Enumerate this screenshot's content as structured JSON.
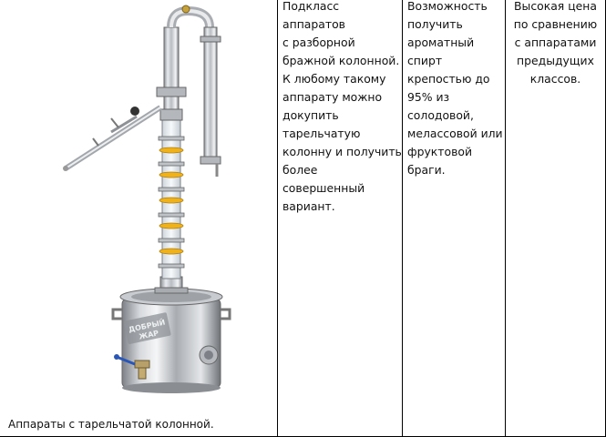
{
  "columns": [
    {
      "caption": "Аппараты с тарельчатой колонной.",
      "illustration": "distillation-apparatus-with-plate-column",
      "brand_text": "ДОБРЫЙ ЖАР"
    },
    {
      "lines": [
        "Подкласс аппаратов",
        "с разборной",
        "бражной колонной.",
        "К любому такому",
        "аппарату можно",
        "докупить",
        "тарельчатую",
        "колонну и получить",
        "более совершенный",
        "вариант."
      ]
    },
    {
      "lines": [
        "Возможность",
        "получить",
        "ароматный",
        "спирт",
        "крепостью до",
        "95% из",
        "солодовой,",
        "мелассовой или",
        "фруктовой",
        "браги."
      ]
    },
    {
      "lines": [
        "Высокая цена",
        "по сравнению",
        "с аппаратами",
        "предыдущих",
        "классов."
      ]
    }
  ]
}
